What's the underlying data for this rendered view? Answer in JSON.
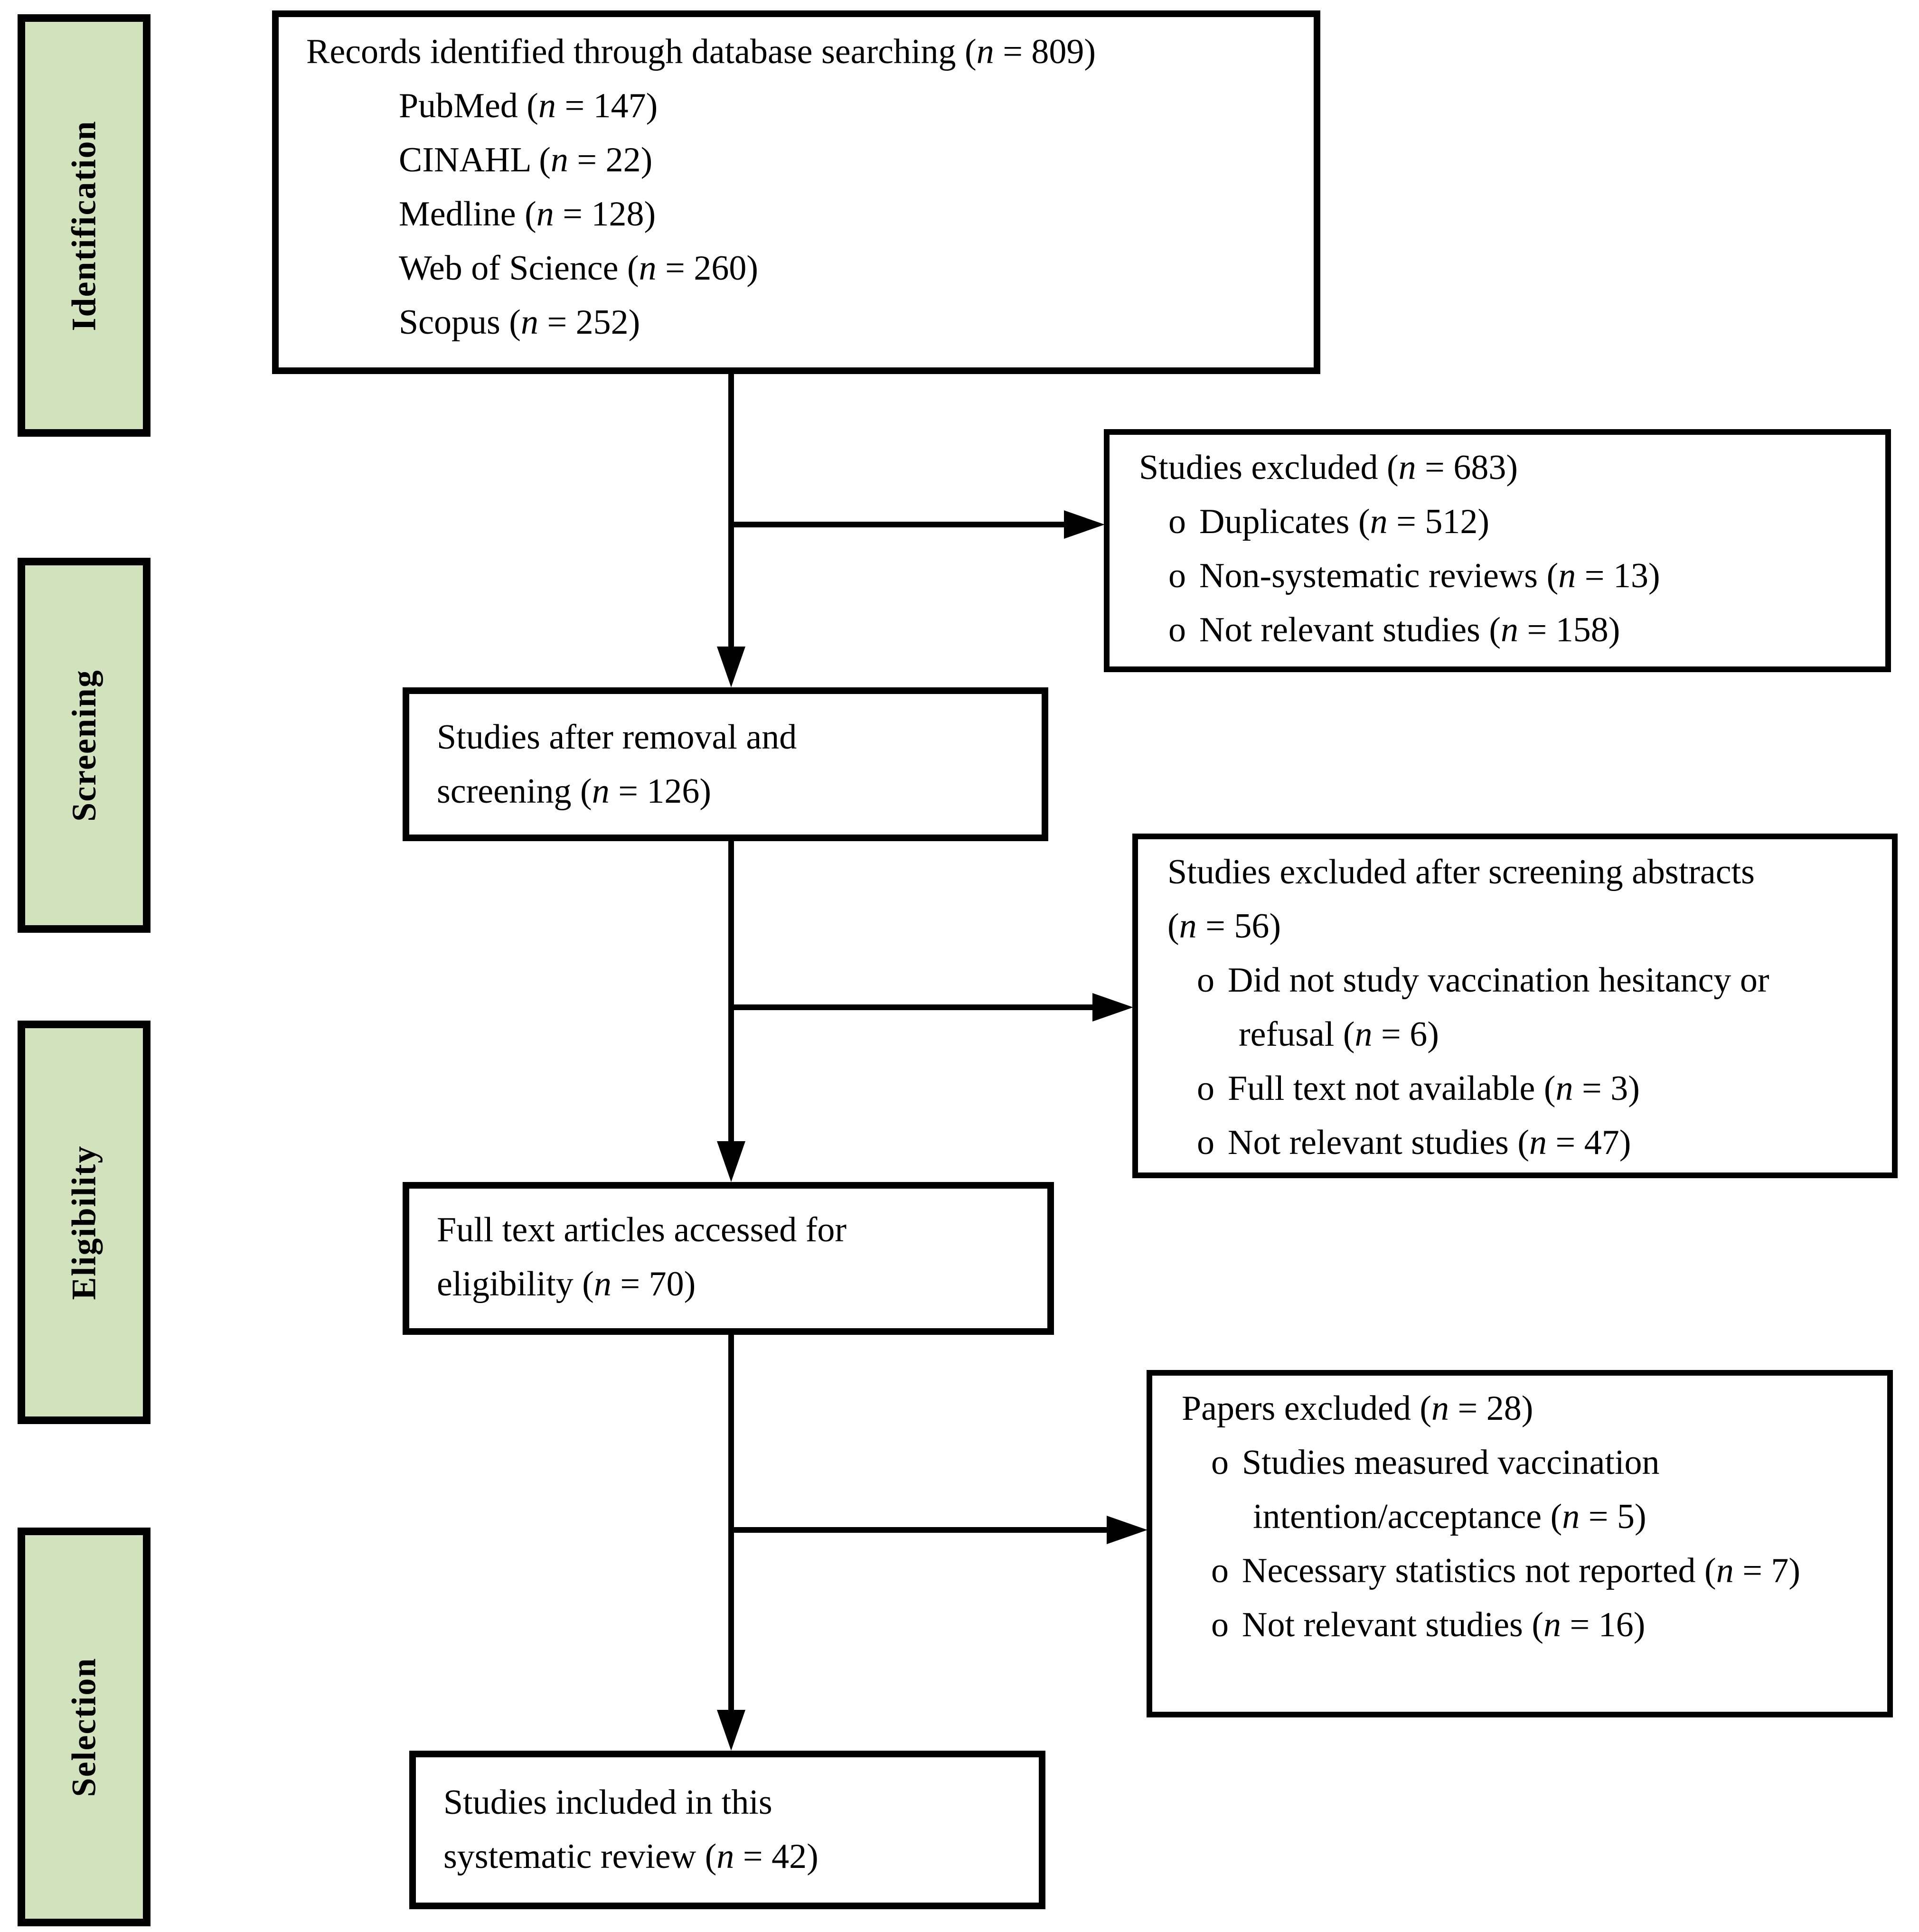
{
  "bullet": "o",
  "colors": {
    "stage_fill": "#d2e2bc",
    "border": "#000000",
    "background": "#ffffff"
  },
  "stages": [
    {
      "label": "Identification"
    },
    {
      "label": "Screening"
    },
    {
      "label": "Eligibility"
    },
    {
      "label": "Selection"
    }
  ],
  "boxes": {
    "identified": {
      "title": "Records identified through database searching (n = 809)",
      "sources": [
        "PubMed (n = 147)",
        "CINAHL (n = 22)",
        "Medline (n = 128)",
        "Web of Science (n = 260)",
        "Scopus (n = 252)"
      ]
    },
    "screened": {
      "text": "Studies after removal and screening (n = 126)"
    },
    "full_text": {
      "text": "Full text articles accessed for eligibility (n = 70)"
    },
    "included": {
      "text": "Studies included in this systematic review (n = 42)"
    }
  },
  "exclusions": [
    {
      "title": "Studies excluded (n = 683)",
      "items": [
        "Duplicates (n = 512)",
        "Non-systematic reviews (n = 13)",
        "Not relevant studies (n = 158)"
      ]
    },
    {
      "title": "Studies excluded after screening abstracts (n = 56)",
      "items": [
        "Did not study vaccination hesitancy or refusal (n = 6)",
        "Full text not available (n = 3)",
        "Not relevant studies (n = 47)"
      ]
    },
    {
      "title": "Papers excluded (n = 28)",
      "items": [
        "Studies measured vaccination intention/acceptance (n = 5)",
        "Necessary statistics not reported (n = 7)",
        "Not relevant studies (n = 16)"
      ]
    }
  ]
}
